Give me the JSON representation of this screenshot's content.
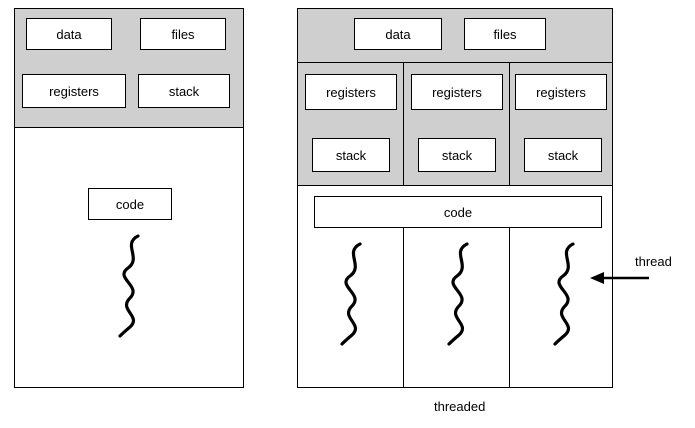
{
  "figure": {
    "caption_single": "",
    "caption_threaded": "threaded",
    "annotation": "thread"
  },
  "single_process": {
    "top_section_boxes": [
      {
        "label": "data"
      },
      {
        "label": "files"
      }
    ],
    "second_section_boxes": [
      {
        "label": "registers"
      },
      {
        "label": "stack"
      }
    ],
    "code_box": {
      "label": "code"
    },
    "threads": 1
  },
  "multithreaded_process": {
    "top_section_boxes": [
      {
        "label": "data"
      },
      {
        "label": "files"
      }
    ],
    "columns": [
      {
        "registers": "registers",
        "stack": "stack"
      },
      {
        "registers": "registers",
        "stack": "stack"
      },
      {
        "registers": "registers",
        "stack": "stack"
      }
    ],
    "code_box": {
      "label": "code"
    },
    "threads": 3
  },
  "colors": {
    "shaded_fill": "#cfcfcf",
    "box_fill": "#ffffff",
    "stroke": "#000000"
  }
}
